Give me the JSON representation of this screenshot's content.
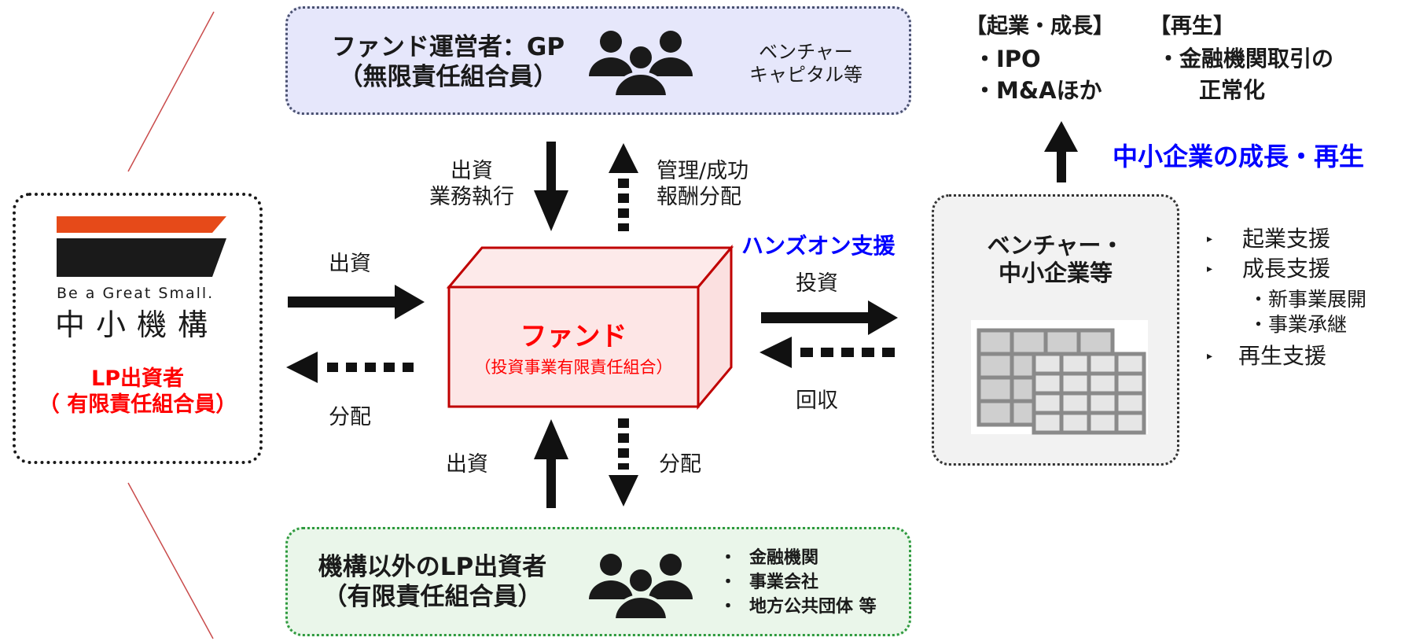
{
  "colors": {
    "gp_box_bg": "#e6e7fb",
    "gp_box_border": "#4a5170",
    "fund_red": "#c00000",
    "fund_fill": "#fde6e6",
    "lp_text_red": "#ff0000",
    "blue_text": "#0000ff",
    "green_box_bg": "#eaf6ea",
    "green_border": "#2e9a3e",
    "dark": "#1a1a1a",
    "logo_orange": "#e64a19"
  },
  "gp": {
    "title_line1": "ファンド運営者：GP",
    "title_line2": "（無限責任組合員）",
    "note_line1": "ベンチャー",
    "note_line2": "キャピタル等"
  },
  "lp_other": {
    "title_line1": "機構以外のLP出資者",
    "title_line2": "（有限責任組合員）",
    "items": [
      "金融機関",
      "事業会社",
      "地方公共団体 等"
    ]
  },
  "smrj": {
    "logo_tagline": "Be a Great Small.",
    "logo_name": "中小機構",
    "role_line1": "LP出資者",
    "role_line2": "（ 有限責任組合員）"
  },
  "fund": {
    "title": "ファンド",
    "subtitle": "（投資事業有限責任組合）"
  },
  "venture": {
    "title_line1": "ベンチャー・",
    "title_line2": "中小企業等"
  },
  "support": {
    "items": [
      "起業支援",
      "成長支援",
      "再生支援"
    ],
    "sub_items": [
      "・新事業展開",
      "・事業承継"
    ]
  },
  "outcomes": {
    "startup_header": "【起業・成長】",
    "startup_items": [
      "・IPO",
      "・M&Aほか"
    ],
    "revival_header": "【再生】",
    "revival_line1": "・金融機関取引の",
    "revival_line2": "正常化",
    "growth_label": "中小企業の成長・再生"
  },
  "flows": {
    "gp_to_fund_line1": "出資",
    "gp_to_fund_line2": "業務執行",
    "fund_to_gp_line1": "管理/成功",
    "fund_to_gp_line2": "報酬分配",
    "smrj_to_fund": "出資",
    "fund_to_smrj": "分配",
    "fund_to_venture": "投資",
    "venture_to_fund": "回収",
    "hands_on": "ハンズオン支援",
    "lp_to_fund": "出資",
    "fund_to_lp": "分配"
  }
}
